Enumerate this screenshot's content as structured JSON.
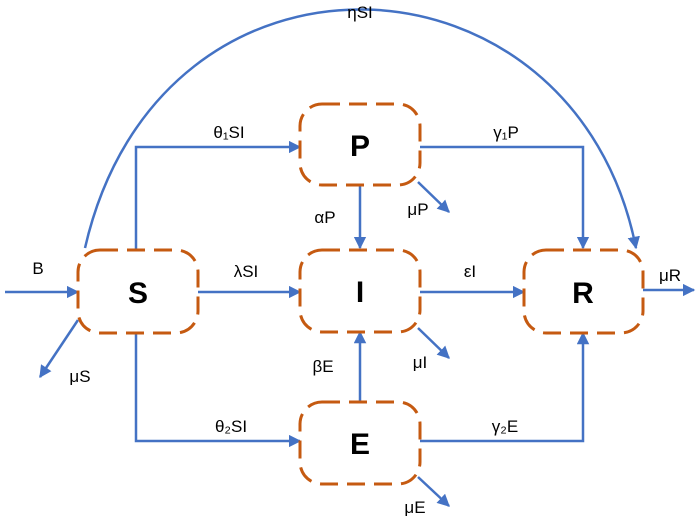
{
  "nodes": {
    "S": "S",
    "P": "P",
    "I": "I",
    "R": "R",
    "E": "E"
  },
  "edges": {
    "B": "B",
    "eta_SI": "ηSI",
    "theta1_SI": "θ₁SI",
    "gamma1_P": "γ₁P",
    "alpha_P": "αP",
    "mu_P": "μP",
    "lambda_SI": "λSI",
    "epsilon_I": "εI",
    "mu_R": "μR",
    "mu_S": "μS",
    "beta_E": "βE",
    "mu_I": "μI",
    "theta2_SI": "θ₂SI",
    "gamma2_E": "γ₂E",
    "mu_E": "μE"
  },
  "colors": {
    "arrow": "#4472C4",
    "box_border": "#C55A11"
  }
}
